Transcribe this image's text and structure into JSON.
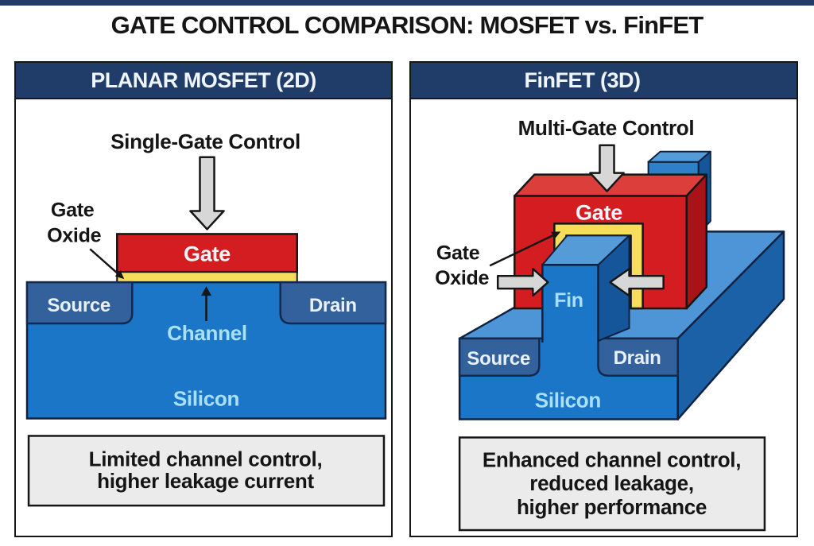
{
  "page": {
    "title": "GATE CONTROL COMPARISON: MOSFET vs. FinFET"
  },
  "icons": {
    "down_arrow": "thick-down-arrow",
    "side_arrow": "thick-horizontal-arrow",
    "pointer_arrow": "thin-callout-arrow"
  },
  "colors": {
    "top_bar": "#1F3D68",
    "header_navy": "#1F3D68",
    "header_text": "#EFF5FB",
    "outline": "#161616",
    "text_dark": "#151515",
    "red_front": "#D41D20",
    "red_top": "#DC3E3C",
    "red_side": "#A91317",
    "oxide_yellow": "#F7DD5C",
    "silicon_blue": "#1B76C8",
    "silicon_top": "#4D95D6",
    "silicon_side": "#1A61A8",
    "fin_top": "#549BD8",
    "fin_side": "#145699",
    "fin_back_front": "#2E80C8",
    "source_drain_fill": "#33619B",
    "source_drain_border": "#13294E",
    "label_light_blue": "#A8E0F8",
    "label_white": "#EFF5FB",
    "caption_bg": "#EBEBEB",
    "arrow_gray": "#D7D7D7"
  },
  "left_panel": {
    "header": "PLANAR MOSFET (2D)",
    "control_label": "Single-Gate Control",
    "oxide_label_line1": "Gate",
    "oxide_label_line2": "Oxide",
    "gate_label": "Gate",
    "source_label": "Source",
    "drain_label": "Drain",
    "channel_label": "Channel",
    "silicon_label": "Silicon",
    "caption_line1": "Limited channel control,",
    "caption_line2": "higher leakage current"
  },
  "right_panel": {
    "header": "FinFET (3D)",
    "control_label": "Multi-Gate Control",
    "oxide_label_line1": "Gate",
    "oxide_label_line2": "Oxide",
    "gate_label": "Gate",
    "fin_label": "Fin",
    "source_label": "Source",
    "drain_label": "Drain",
    "silicon_label": "Silicon",
    "caption_line1": "Enhanced channel control,",
    "caption_line2": "reduced leakage,",
    "caption_line3": "higher performance"
  }
}
